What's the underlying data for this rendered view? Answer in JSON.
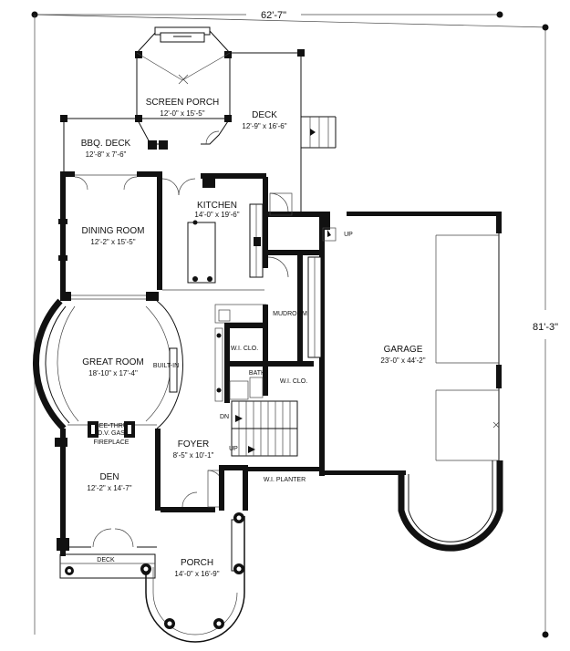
{
  "overall": {
    "width_label": "62'-7\"",
    "depth_label": "81'-3\""
  },
  "rooms": {
    "screen_porch": {
      "name": "SCREEN PORCH",
      "size": "12'-0\" x 15'-5\""
    },
    "deck": {
      "name": "DECK",
      "size": "12'-9\" x 16'-6\""
    },
    "bbq_deck": {
      "name": "BBQ. DECK",
      "size": "12'-8\" x 7'-6\""
    },
    "kitchen": {
      "name": "KITCHEN",
      "size": "14'-0\" x 19'-6\""
    },
    "dining_room": {
      "name": "DINING ROOM",
      "size": "12'-2\" x 15'-5\""
    },
    "great_room": {
      "name": "GREAT ROOM",
      "size": "18'-10\" x 17'-4\""
    },
    "garage": {
      "name": "GARAGE",
      "size": "23'-0\" x 44'-2\""
    },
    "foyer": {
      "name": "FOYER",
      "size": "8'-5\" x 10'-1\""
    },
    "den": {
      "name": "DEN",
      "size": "12'-2\" x 14'-7\""
    },
    "porch": {
      "name": "PORCH",
      "size": "14'-0\" x 16'-9\""
    }
  },
  "labels": {
    "mudroom": "MUDROOM",
    "wi_clo_1": "W.I. CLO.",
    "wi_clo_2": "W.I. CLO.",
    "bath": "BATH",
    "built_in": "BUILT-IN",
    "fireplace_1": "SEE-THRU",
    "fireplace_2": "D.V. GAS",
    "fireplace_3": "FIREPLACE",
    "wi_planter": "W.I. PLANTER",
    "deck_small": "DECK",
    "up_1": "UP",
    "up_2": "UP",
    "dn": "DN"
  }
}
